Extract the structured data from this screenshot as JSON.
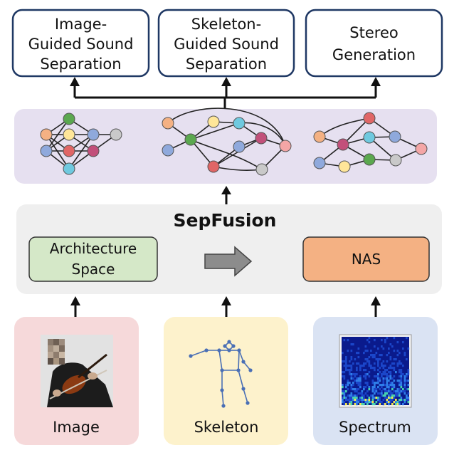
{
  "tasks": [
    {
      "lines": [
        "Image-",
        "Guided Sound",
        "Separation"
      ]
    },
    {
      "lines": [
        "Skeleton-",
        "Guided Sound",
        "Separation"
      ]
    },
    {
      "lines": [
        "Stereo",
        "Generation"
      ]
    }
  ],
  "framework": {
    "title": "SepFusion",
    "architecture_space": [
      "Architecture",
      "Space"
    ],
    "nas": "NAS"
  },
  "inputs": [
    {
      "label": "Image"
    },
    {
      "label": "Skeleton"
    },
    {
      "label": "Spectrum"
    }
  ],
  "colors": {
    "task_border": "#1f3864",
    "graph_panel": "#e6e0f0",
    "framework_panel": "#efefef",
    "architecture_box": "#d5e8c8",
    "nas_box": "#f4b183",
    "image_panel": "#f6d9da",
    "skeleton_panel": "#fdf2cc",
    "spectrum_panel": "#dae3f3",
    "skeleton_lines": "#4a6fb5",
    "arrow": "#111111",
    "gray_arrow": "#8c8c8c"
  },
  "node_colors": {
    "orange": "#f4b183",
    "yellow": "#ffe699",
    "green": "#5ba84f",
    "red": "#e06666",
    "blue": "#8fa9dc",
    "purple": "#c2507a",
    "cyan": "#6fc9df",
    "gray": "#c9c9c9",
    "pink": "#f4a6a6"
  }
}
